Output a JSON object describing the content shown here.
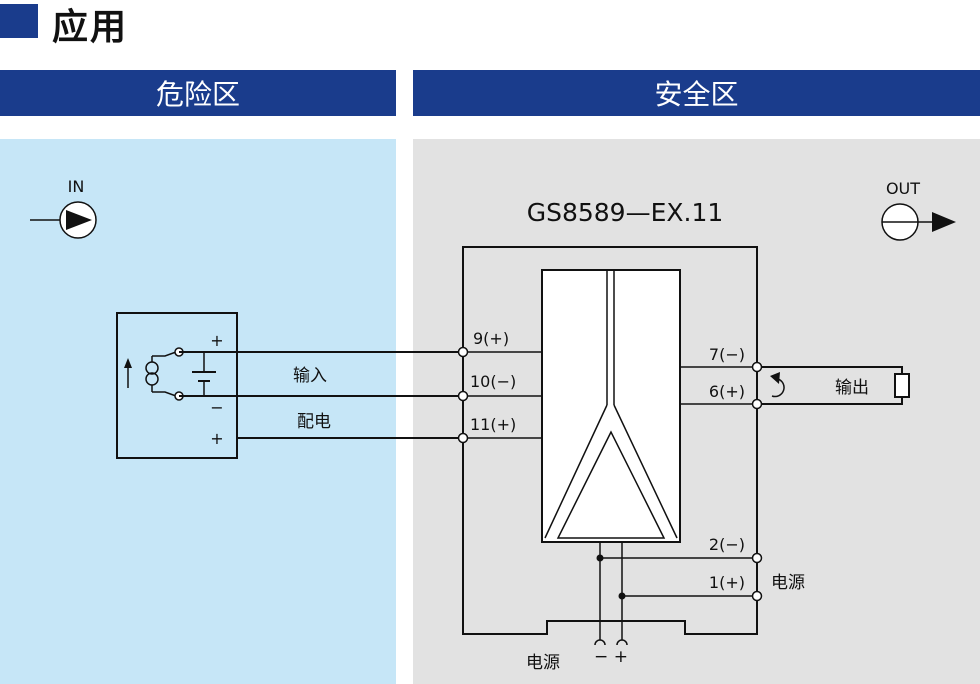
{
  "heading": {
    "title": "应用",
    "accent_color": "#1a3c8c"
  },
  "zones": {
    "hazard": {
      "label": "危险区",
      "bg_color": "#c6e6f7"
    },
    "safe": {
      "label": "安全区",
      "bg_color": "#e2e2e2"
    }
  },
  "diagram": {
    "in_label": "IN",
    "out_label": "OUT",
    "model": "GS8589—EX.11",
    "sensor": {
      "plus_top": "+",
      "minus": "−",
      "plus_bottom": "+"
    },
    "wire_labels": {
      "input": "输入",
      "supply": "配电"
    },
    "terminals": {
      "t9": "9(+)",
      "t10": "10(−)",
      "t11": "11(+)",
      "t7": "7(−)",
      "t6": "6(+)",
      "t2": "2(−)",
      "t1": "1(+)"
    },
    "output_label": "输出",
    "power_right": "电源",
    "power_bottom": "电源",
    "power_bottom_pins": "− +"
  }
}
